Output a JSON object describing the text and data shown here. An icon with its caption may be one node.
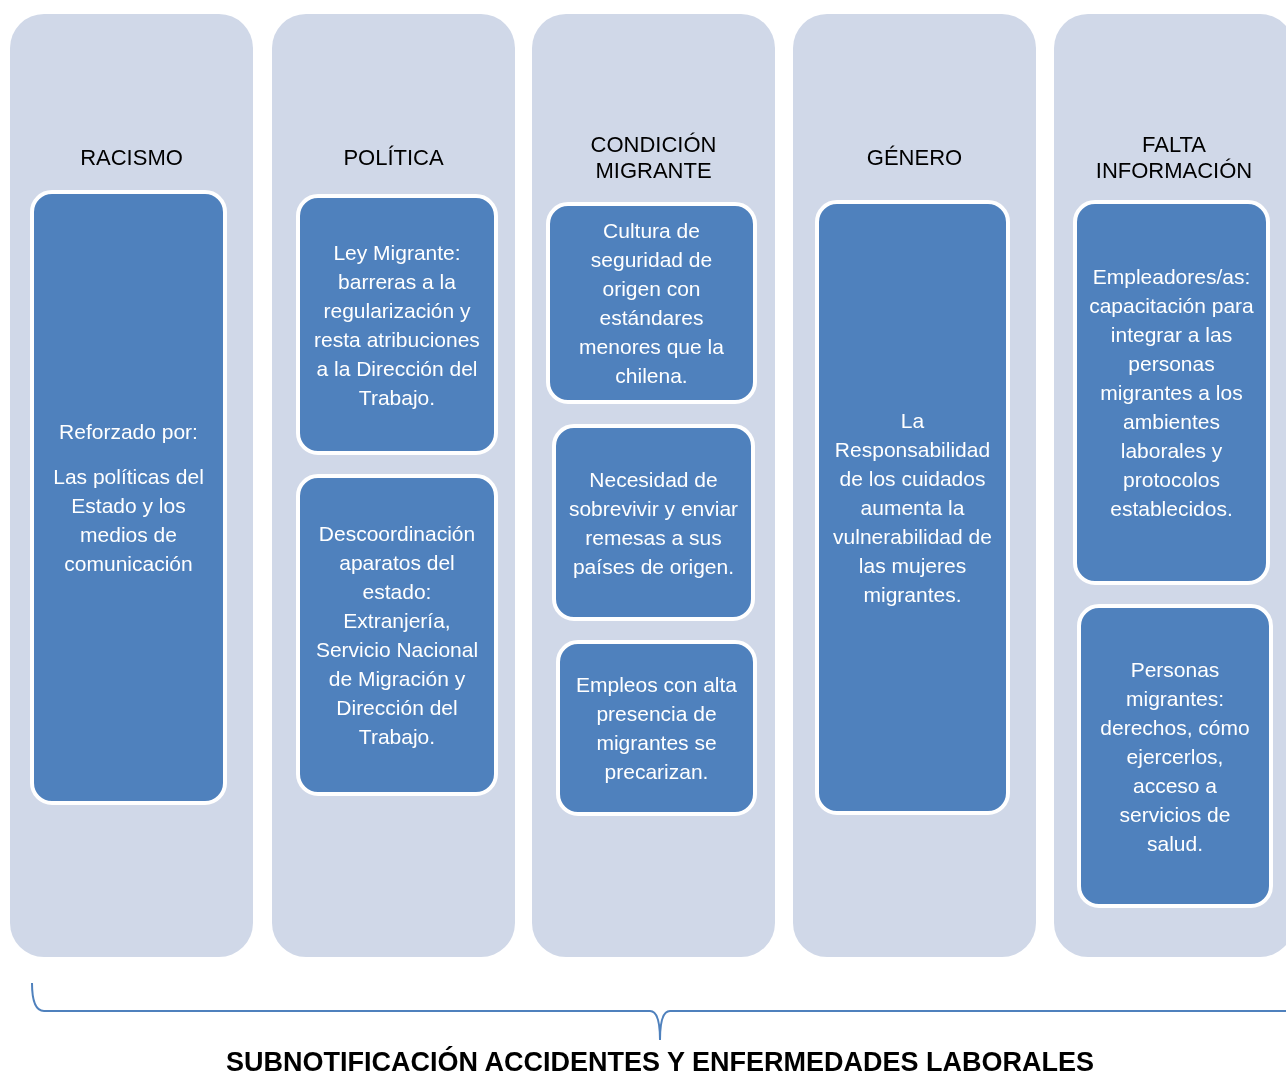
{
  "diagram": {
    "caption": "SUBNOTIFICACIÓN ACCIDENTES Y ENFERMEDADES LABORALES",
    "nodes": [
      {
        "text": [
          "RACISMO"
        ]
      },
      {
        "text": [
          "Reforzado por:",
          "Las políticas del Estado y los medios de comunicación"
        ],
        "in": 0
      },
      {
        "text": [
          "POLÍTICA"
        ]
      },
      {
        "text": [
          "Ley Migrante: barreras a la regularización y resta atribuciones a la Dirección del Trabajo."
        ],
        "in": 2
      },
      {
        "text": [
          "Descoordinación aparatos del estado: Extranjería, Servicio Nacional de Migración y Dirección del Trabajo."
        ],
        "in": 2
      },
      {
        "text": [
          "CONDICIÓN MIGRANTE"
        ]
      },
      {
        "text": [
          "Cultura de seguridad de origen con estándares menores que la chilena."
        ],
        "in": 5
      },
      {
        "text": [
          "Necesidad de sobrevivir y enviar remesas a sus países de origen."
        ],
        "in": 5
      },
      {
        "text": [
          "Empleos con alta presencia de migrantes se precarizan."
        ],
        "in": 5
      },
      {
        "text": [
          "GÉNERO"
        ]
      },
      {
        "text": [
          "La Responsabilidad de los cuidados aumenta la vulnerabilidad de las mujeres migrantes."
        ],
        "in": 9
      },
      {
        "text": [
          "FALTA INFORMACIÓN"
        ]
      },
      {
        "text": [
          "Empleadores/as: capacitación para integrar a las personas migrantes a los ambientes laborales y protocolos establecidos."
        ],
        "in": 11
      },
      {
        "text": [
          "Personas migrantes: derechos, cómo ejercerlos, acceso a servicios de salud."
        ],
        "in": 11
      }
    ],
    "edges": []
  }
}
